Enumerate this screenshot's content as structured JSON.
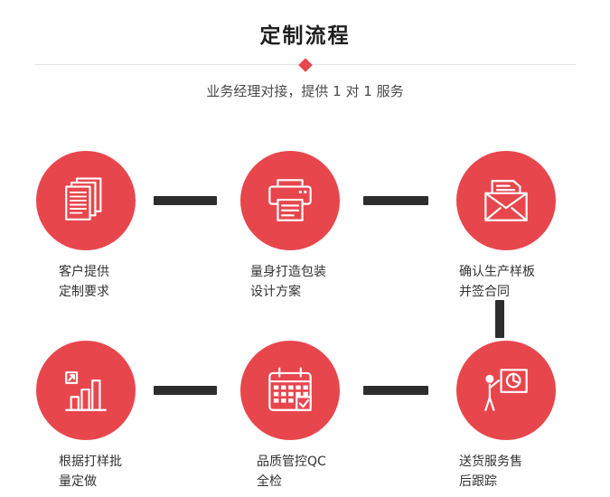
{
  "header": {
    "title": "定制流程",
    "subtitle": "业务经理对接，提供 1 对 1 服务"
  },
  "colors": {
    "accent": "#e8464d",
    "connector": "#2e2d2d",
    "divider": "#e3e3e3"
  },
  "steps": [
    {
      "name": "customer-requirements",
      "icon": "documents-icon",
      "line1": "客户提供",
      "line2": "定制要求"
    },
    {
      "name": "packaging-design",
      "icon": "printer-icon",
      "line1": "量身打造包装",
      "line2": "设计方案"
    },
    {
      "name": "confirm-sample-contract",
      "icon": "envelope-icon",
      "line1": "确认生产样板",
      "line2": "并签合同"
    },
    {
      "name": "batch-production",
      "icon": "bar-chart-icon",
      "line1": "根据打样批",
      "line2": "量定做"
    },
    {
      "name": "quality-control",
      "icon": "calendar-icon",
      "line1": "品质管控QC",
      "line2": "全检"
    },
    {
      "name": "delivery-after-sales",
      "icon": "presentation-icon",
      "line1": "送货服务售",
      "line2": "后跟踪"
    }
  ]
}
